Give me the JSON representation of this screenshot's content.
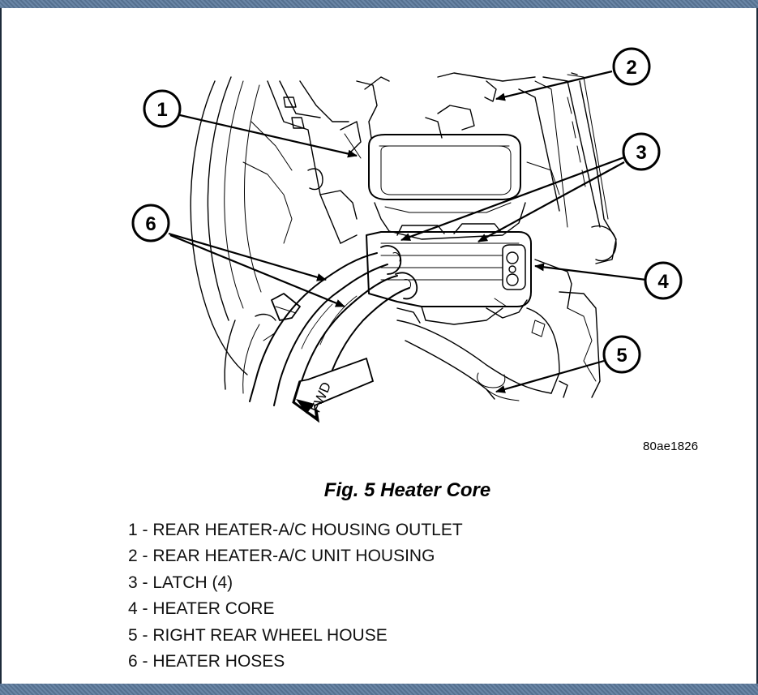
{
  "figure": {
    "ref_code": "80ae1826",
    "caption": "Fig. 5 Heater Core",
    "fwd_label": "FWD"
  },
  "callouts": [
    {
      "num": "1"
    },
    {
      "num": "2"
    },
    {
      "num": "3"
    },
    {
      "num": "4"
    },
    {
      "num": "5"
    },
    {
      "num": "6"
    }
  ],
  "legend": [
    "1 - REAR HEATER-A/C HOUSING OUTLET",
    "2 - REAR HEATER-A/C UNIT HOUSING",
    "3 - LATCH (4)",
    "4 - HEATER CORE",
    "5 - RIGHT REAR WHEEL HOUSE",
    "6 - HEATER HOSES"
  ]
}
